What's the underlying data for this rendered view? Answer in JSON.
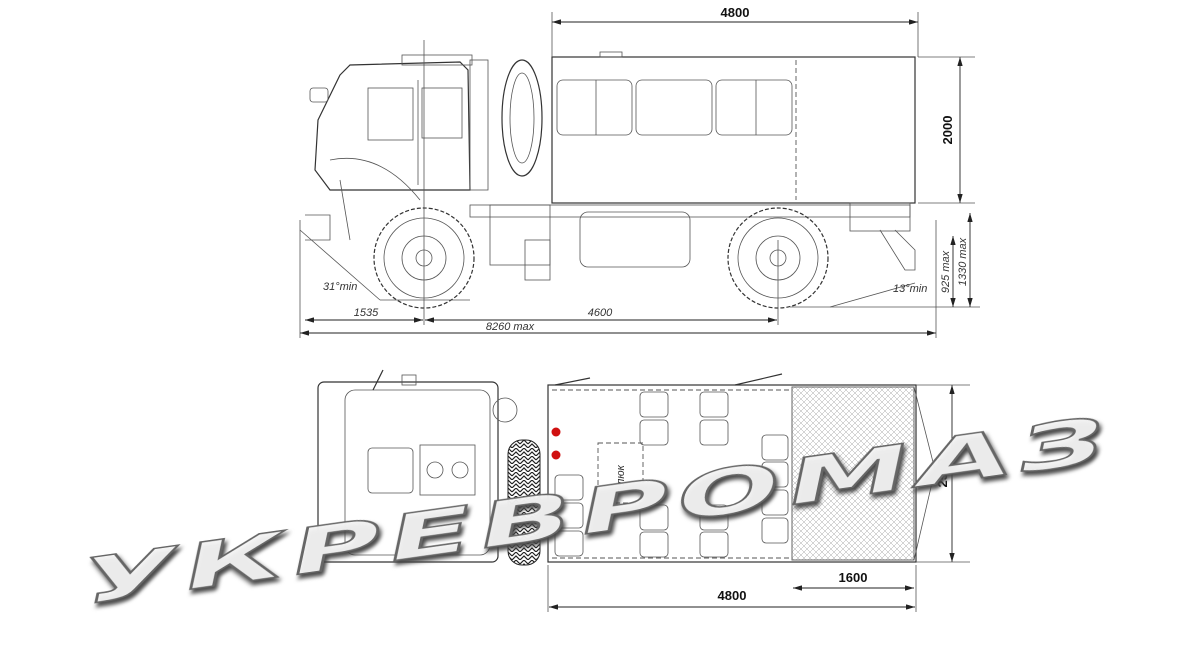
{
  "side_view": {
    "box_length": "4800",
    "box_height": "2000",
    "rear_height_1": "925 max",
    "rear_height_2": "1330 max",
    "front_overhang": "1535",
    "wheelbase": "4600",
    "overall_length": "8260 max",
    "approach_angle": "31°min",
    "departure_angle": "13°min"
  },
  "top_view": {
    "width": "2500",
    "cargo_section_length": "1600",
    "box_length": "4800",
    "hatch_label": "люк"
  },
  "watermark": "УКРЕВРОМАЗ",
  "colors": {
    "line": "#333333",
    "red_marker": "#d01010"
  }
}
